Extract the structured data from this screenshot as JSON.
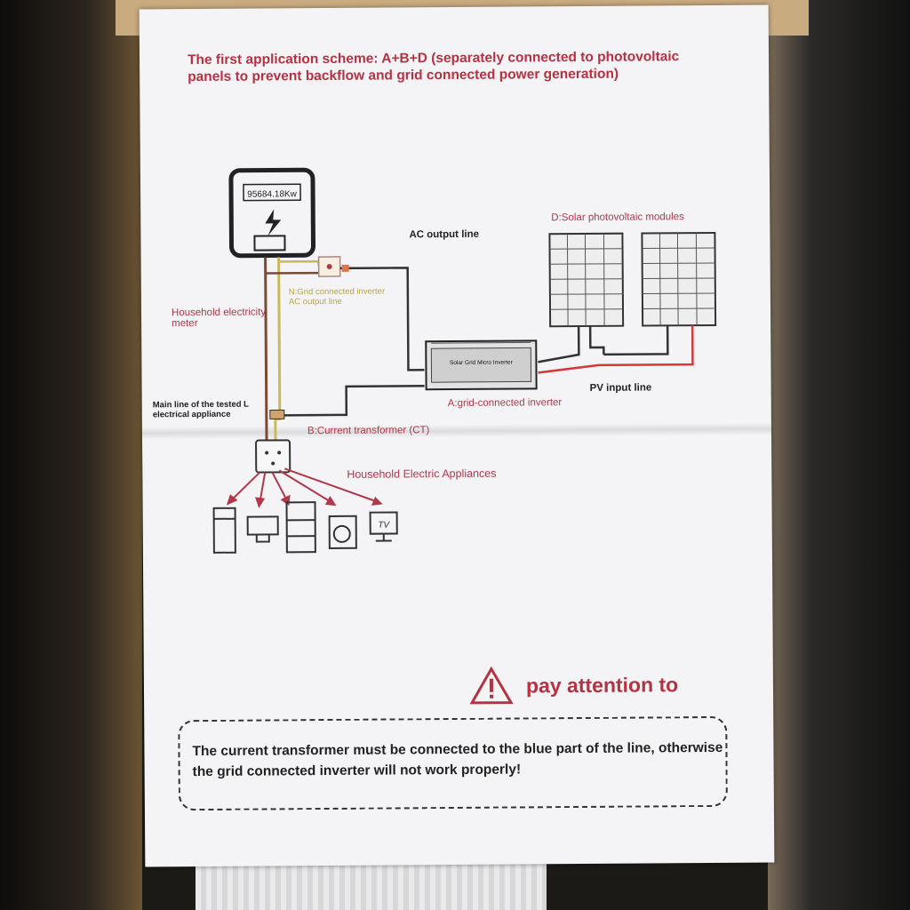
{
  "title": "The first application scheme: A+B+D (separately connected to photovoltaic panels to prevent backflow and grid connected power generation)",
  "meter": {
    "reading": "95684.18Kw",
    "label": "Household electricity meter"
  },
  "labels": {
    "ac_output_line": "AC output line",
    "grid_inverter_output": "N:Grid connected inverter AC output line",
    "pv_modules": "D:Solar photovoltaic modules",
    "inverter": "A:grid-connected inverter",
    "inverter_face": "Solar Grid Micro Inverter",
    "pv_input_line": "PV input line",
    "main_line": "Main line of the tested L electrical appliance",
    "ct": "B:Current transformer (CT)",
    "appliances": "Household Electric Appliances",
    "tv": "TV"
  },
  "warning": {
    "heading": "pay attention to",
    "body": "The current transformer must be connected to the blue part of the line, otherwise the grid connected inverter will not work properly!"
  },
  "colors": {
    "accent_red": "#b53242",
    "wire_brown": "#7a4a35",
    "wire_yellow": "#c8b95a",
    "wire_dark": "#333333",
    "pv_red": "#d23a3a"
  }
}
